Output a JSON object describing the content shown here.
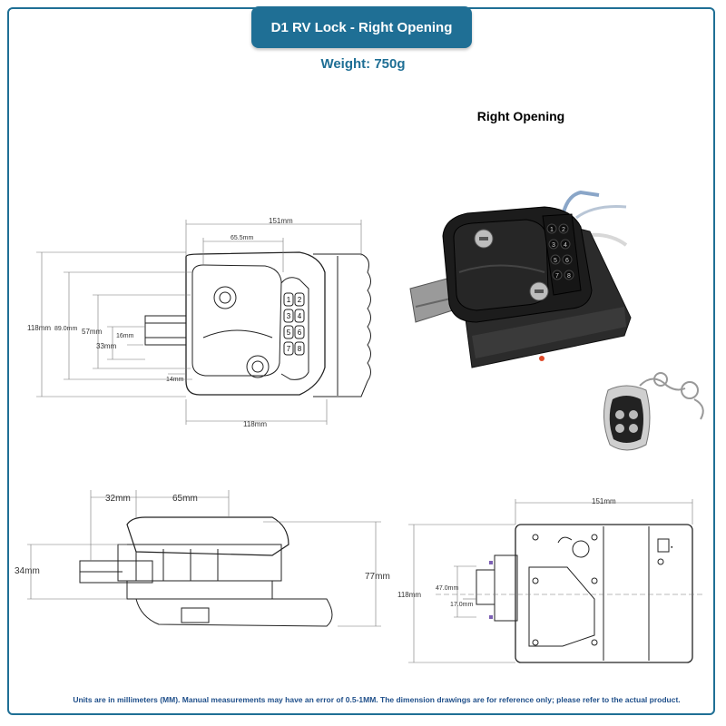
{
  "header": {
    "title": "D1 RV Lock - Right Opening",
    "weight": "Weight: 750g"
  },
  "photo": {
    "label": "Right Opening",
    "keypad_keys": [
      "1",
      "2",
      "3",
      "4",
      "5",
      "6",
      "7",
      "8"
    ]
  },
  "front_view": {
    "dims": {
      "width_total": "151mm",
      "width_inner": "65.5mm",
      "height_total": "118mm",
      "height_inner": "89.0mm",
      "height_57": "57mm",
      "width_16": "16mm",
      "height_33": "33mm",
      "width_14": "14mm",
      "width_bottom": "118mm"
    },
    "keypad_keys": [
      "1",
      "2",
      "3",
      "4",
      "5",
      "6",
      "7",
      "8"
    ]
  },
  "side_view": {
    "dims": {
      "w32": "32mm",
      "w65": "65mm",
      "h34": "34mm",
      "h77": "77mm"
    }
  },
  "back_view": {
    "dims": {
      "width_total": "151mm",
      "height_total": "118mm",
      "d47": "47.0mm",
      "d17": "17.0mm"
    }
  },
  "footer": {
    "note": "Units are in millimeters (MM). Manual measurements may have an error of 0.5-1MM. The dimension drawings are for reference only; please refer to the actual product."
  },
  "colors": {
    "accent": "#1f6f95",
    "footnote": "#1f4f8a"
  }
}
